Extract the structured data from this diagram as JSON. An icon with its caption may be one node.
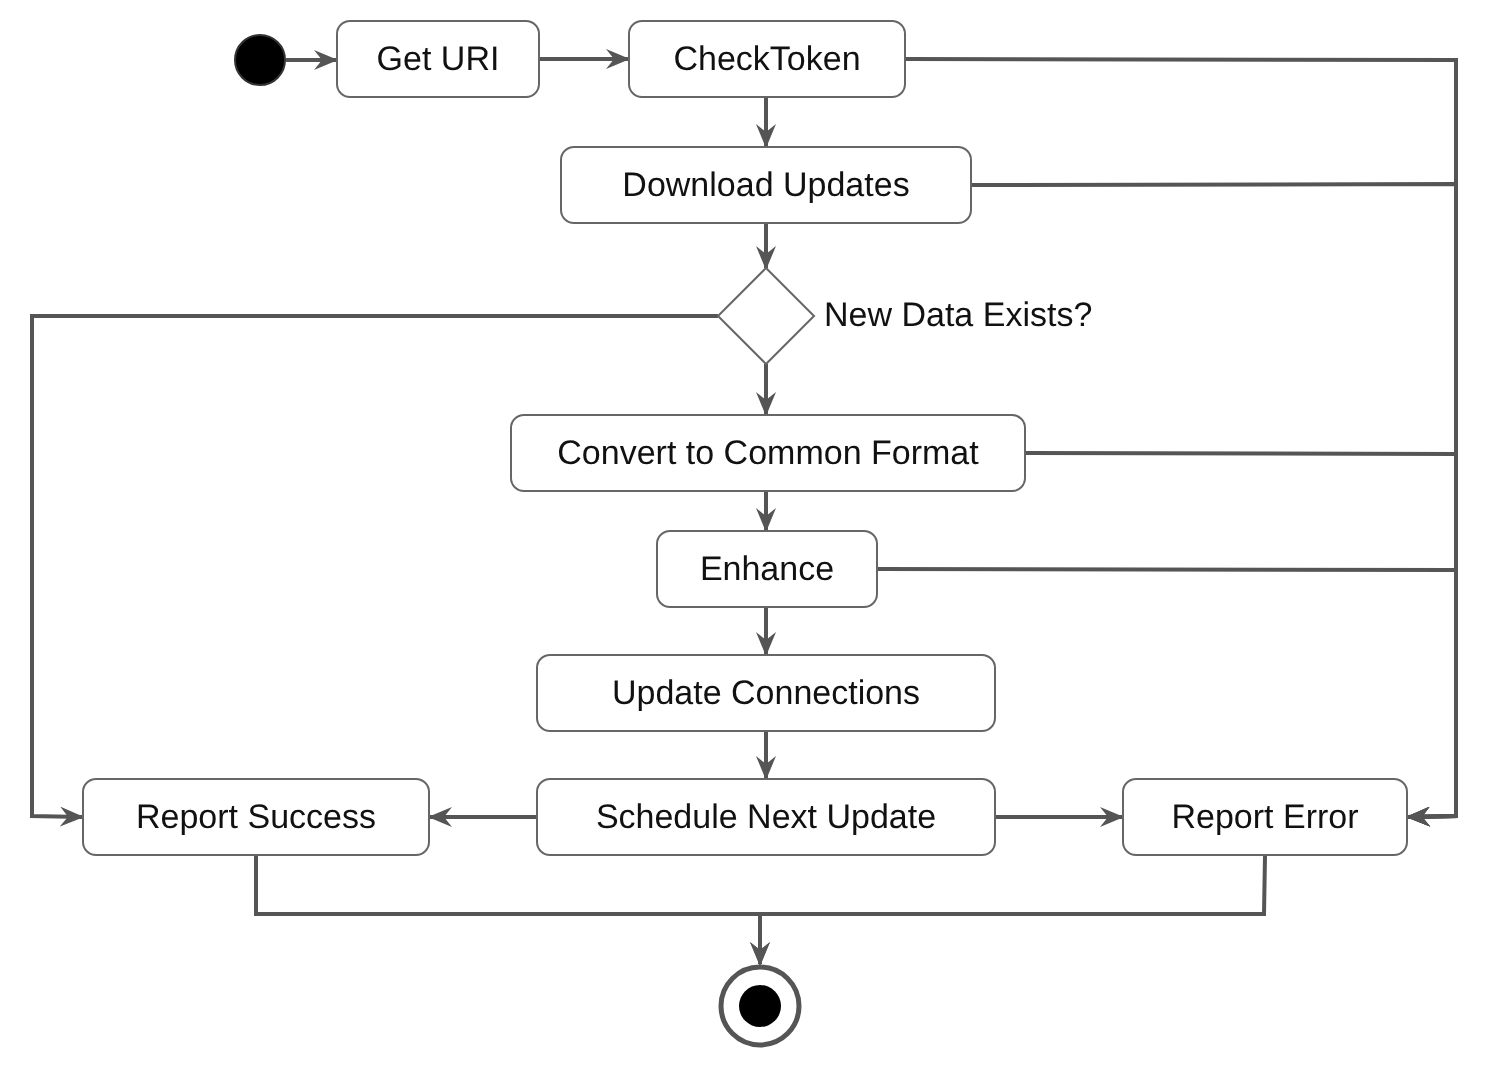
{
  "diagram": {
    "nodes": [
      {
        "text": [],
        "shape": "circle"
      },
      {
        "text": [
          "Get URI"
        ]
      },
      {
        "text": [
          "CheckToken"
        ]
      },
      {
        "text": [
          "Download Updates"
        ]
      },
      {
        "text": [],
        "shape": "diamond",
        "beside": [
          "New Data Exists?"
        ]
      },
      {
        "text": [
          "Convert to Common Format"
        ]
      },
      {
        "text": [
          "Enhance"
        ]
      },
      {
        "text": [
          "Update Connections"
        ]
      },
      {
        "text": [
          "Report Success"
        ]
      },
      {
        "text": [
          "Schedule Next Update"
        ]
      },
      {
        "text": [
          "Report Error"
        ]
      },
      {
        "text": [],
        "shape": "circle"
      }
    ],
    "edges": [
      {
        "from": 0,
        "to": 1,
        "arrow": "to"
      },
      {
        "from": 1,
        "to": 2,
        "arrow": "to"
      },
      {
        "from": 2,
        "to": 3,
        "arrow": "to"
      },
      {
        "from": 3,
        "to": 4,
        "arrow": "to"
      },
      {
        "from": 4,
        "to": 5,
        "arrow": "to"
      },
      {
        "from": 5,
        "to": 6,
        "arrow": "to"
      },
      {
        "from": 6,
        "to": 7,
        "arrow": "to"
      },
      {
        "from": 7,
        "to": 9,
        "arrow": "to"
      },
      {
        "from": 9,
        "to": 8,
        "arrow": "to"
      },
      {
        "from": 9,
        "to": 10,
        "arrow": "to"
      },
      {
        "from": 4,
        "to": 8,
        "arrow": "to"
      },
      {
        "from": 2,
        "to": 10,
        "arrow": "to"
      },
      {
        "from": 3,
        "to": 10,
        "arrow": "to"
      },
      {
        "from": 5,
        "to": 10,
        "arrow": "to"
      },
      {
        "from": 6,
        "to": 10,
        "arrow": "to"
      },
      {
        "from": 8,
        "to": 11,
        "arrow": "to"
      },
      {
        "from": 10,
        "to": 11,
        "arrow": "to"
      }
    ]
  }
}
